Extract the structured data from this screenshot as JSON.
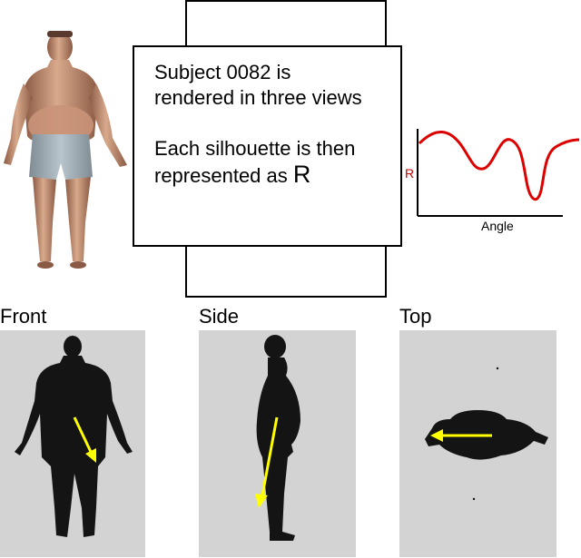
{
  "textbox": {
    "line1": "Subject 0082 is",
    "line2": "rendered in three views",
    "line3": "Each silhouette is then",
    "line4_prefix": "represented as ",
    "line4_symbol": "R"
  },
  "plot": {
    "ylabel": "R",
    "xlabel": "Angle",
    "curve_color": "#dd0000"
  },
  "views": {
    "front": "Front",
    "side": "Side",
    "top": "Top"
  },
  "colors": {
    "panel_bg": "#d3d3d3",
    "silhouette": "#141414",
    "arrow": "#ffff00",
    "skin": "#c99478"
  }
}
